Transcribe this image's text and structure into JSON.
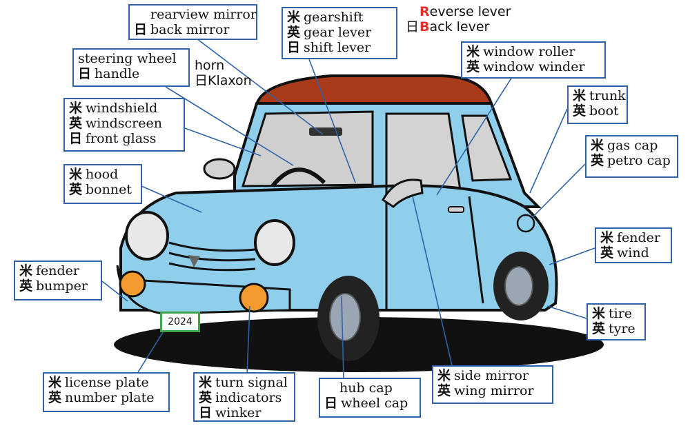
{
  "labels": {
    "rearview_mirror": {
      "us": "rearview mirror",
      "jp_marker": "日",
      "jp": "back mirror"
    },
    "gearshift": {
      "us_marker": "米",
      "us": "gearshift",
      "uk_marker": "英",
      "uk": "gear lever",
      "jp_marker": "日",
      "jp": "shift lever"
    },
    "reverse_lever": {
      "us_first": "R",
      "us_rest": "everse lever",
      "jp_marker": "日",
      "jp_first": "B",
      "jp_rest": "ack lever"
    },
    "steering_wheel": {
      "us": "steering wheel",
      "jp_marker": "日",
      "jp": "handle"
    },
    "horn": {
      "us": "horn",
      "jp_marker": "日",
      "jp": "Klaxon"
    },
    "window_roller": {
      "us_marker": "米",
      "us": "window roller",
      "uk_marker": "英",
      "uk": "window winder"
    },
    "trunk": {
      "us_marker": "米",
      "us": "trunk",
      "uk_marker": "英",
      "uk": "boot"
    },
    "windshield": {
      "us_marker": "米",
      "us": "windshield",
      "uk_marker": "英",
      "uk": "windscreen",
      "jp_marker": "日",
      "jp": "front glass"
    },
    "gas_cap": {
      "us_marker": "米",
      "us": "gas cap",
      "uk_marker": "英",
      "uk": "petro cap"
    },
    "hood": {
      "us_marker": "米",
      "us": "hood",
      "uk_marker": "英",
      "uk": "bonnet"
    },
    "fender_wind": {
      "us_marker": "米",
      "us": "fender",
      "uk_marker": "英",
      "uk": "wind"
    },
    "fender_bumper": {
      "us_marker": "米",
      "us": "fender",
      "uk_marker": "英",
      "uk": "bumper"
    },
    "tire": {
      "us_marker": "米",
      "us": "tire",
      "uk_marker": "英",
      "uk": "tyre"
    },
    "license_plate": {
      "us_marker": "米",
      "us": "license plate",
      "uk_marker": "英",
      "uk": "number plate"
    },
    "turn_signal": {
      "us_marker": "米",
      "us": "turn signal",
      "uk_marker": "英",
      "uk": "indicators",
      "jp_marker": "日",
      "jp": "winker"
    },
    "hub_cap": {
      "us": "hub cap",
      "jp_marker": "日",
      "jp": "wheel cap"
    },
    "side_mirror": {
      "us_marker": "米",
      "us": "side mirror",
      "uk_marker": "英",
      "uk": "wing mirror"
    }
  },
  "plate_number": "2024",
  "colors": {
    "car_body": "#8fcfec",
    "car_roof": "#a83a1a",
    "box_border": "#2e62a8",
    "plate_border": "#3fa34a",
    "highlight_red": "#e0322a"
  }
}
